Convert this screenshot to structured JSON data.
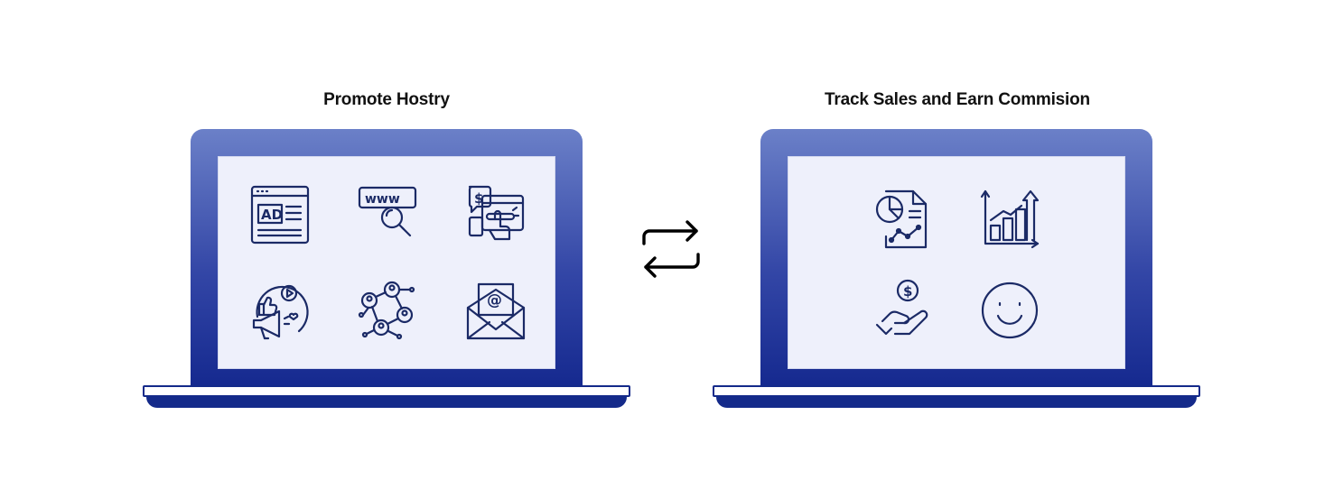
{
  "left_panel": {
    "title": "Promote Hostry",
    "icons": [
      "ad-browser-icon",
      "www-search-icon",
      "pay-per-click-icon",
      "social-media-megaphone-icon",
      "network-people-icon",
      "email-envelope-icon"
    ],
    "ad_text": "AD",
    "www_text": "www",
    "dollar_text": "$",
    "at_text": "@"
  },
  "right_panel": {
    "title": "Track Sales and Earn Commision",
    "icons": [
      "sales-report-icon",
      "growth-chart-icon",
      "hand-coin-icon",
      "smiley-face-icon"
    ],
    "dollar_text": "$"
  },
  "connector": {
    "icon": "swap-arrows-icon"
  },
  "colors": {
    "laptop_top": "#6b80c8",
    "laptop_bottom": "#14288e",
    "screen": "#eef0fb",
    "icon_stroke": "#1b2a66",
    "title_text": "#111111"
  }
}
